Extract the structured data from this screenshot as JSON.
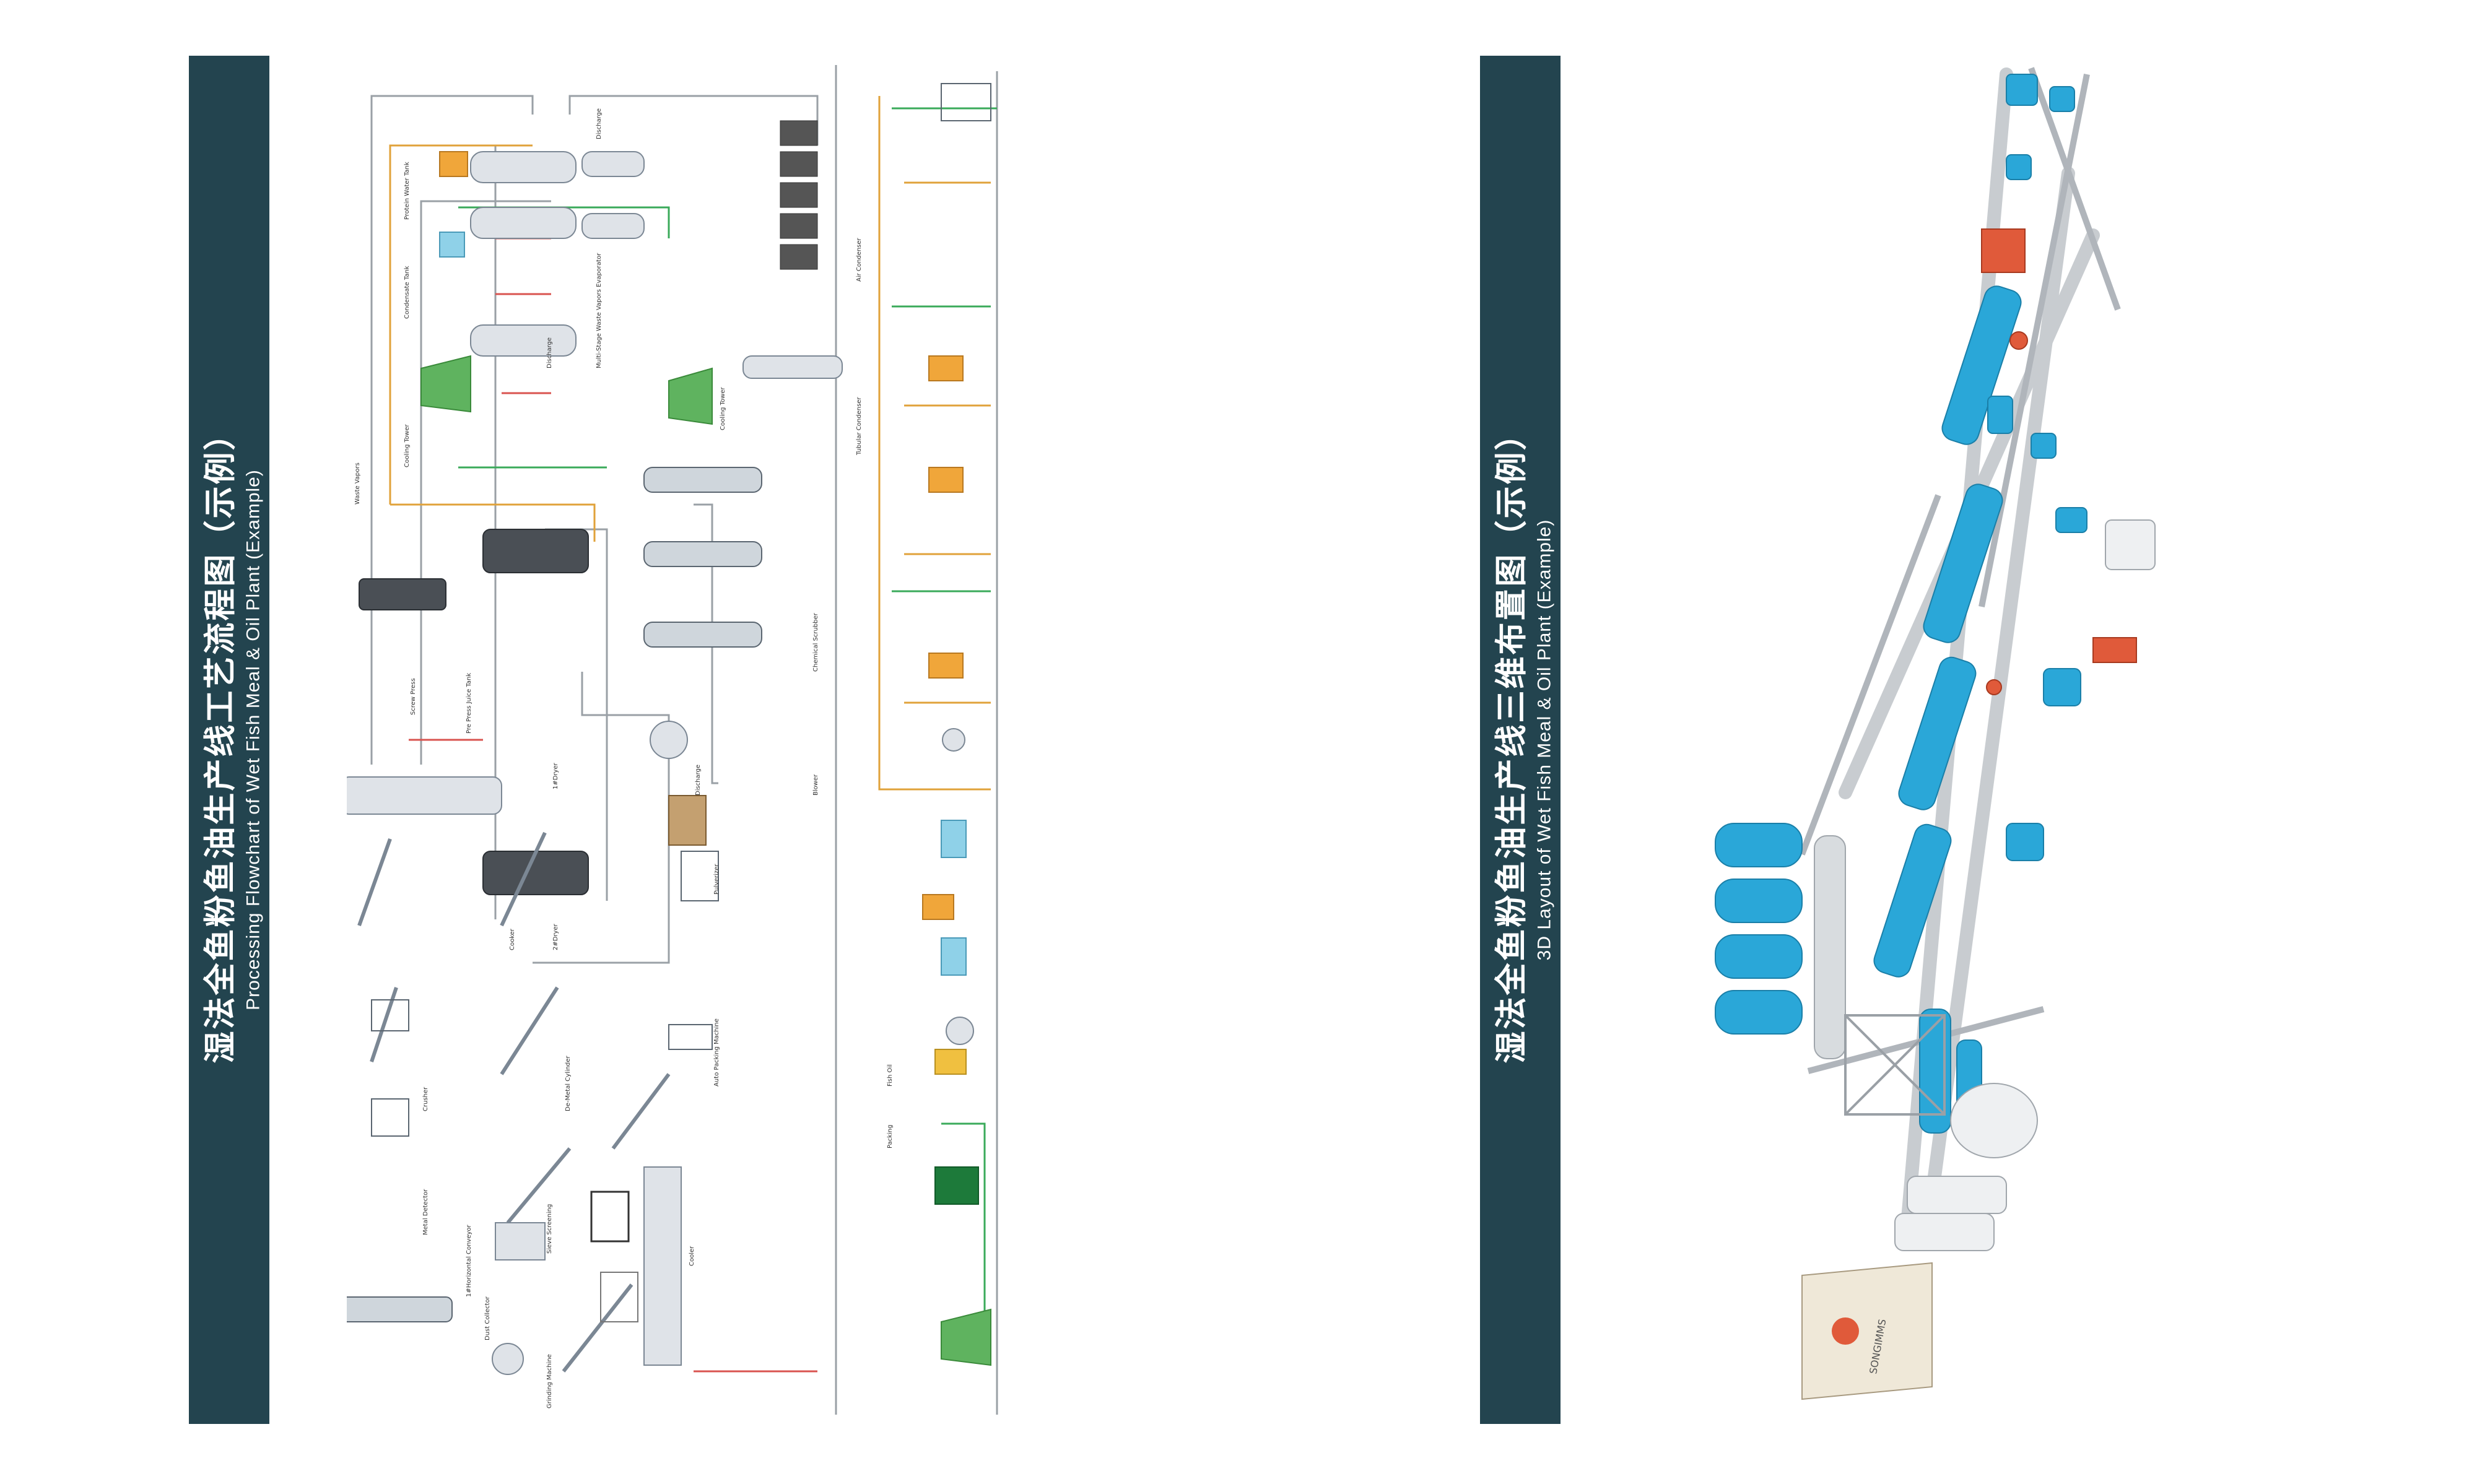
{
  "left_panel": {
    "title_zh": "湿法全鱼粉鱼油生产线工艺流程图（示例）",
    "title_en": "Processing Flowchart of Wet Fish Meal & Oil Plant (Example)",
    "equipment_labels": [
      "Protein Water Tank",
      "Discharge",
      "Condensate Tank",
      "Multi-Stage Waste Vapors Evaporator",
      "Cooling Tower",
      "Discharge",
      "Air Condenser",
      "Cooling Tower",
      "Tubular Condenser",
      "Chemical Scrubber",
      "Blower",
      "Discharge",
      "Screw Press",
      "Pre Press Juice Tank",
      "Cooker",
      "Crusher",
      "Metal Detector",
      "1#Horizontal Conveyor",
      "2#Dryer",
      "1#Dryer",
      "De-Metal Cylinder",
      "Sieve Screening",
      "Dust Collector",
      "Grinding Machine",
      "Pulverizer",
      "Auto Packing Machine",
      "Cooler",
      "Fish Oil",
      "Packing",
      "Waste Vapors"
    ],
    "colors": {
      "banner": "#23444f",
      "pipe": "#9aa0a6",
      "steam": "#e0a23a",
      "water": "#3aaa5a",
      "hot": "#d9534f",
      "oil": "#e8b04a"
    }
  },
  "right_panel": {
    "title_zh": "湿法全鱼粉鱼油生产线三维布置图（示例）",
    "title_en": "3D Layout of Wet Fish Meal & Oil Plant (Example)",
    "colors": {
      "equipment": "#2aa7d8",
      "structure": "#c8ccd0",
      "accent": "#e05a3a",
      "cabinet": "#efe8d8"
    },
    "cabinet_brand": "SONGIMMS"
  }
}
